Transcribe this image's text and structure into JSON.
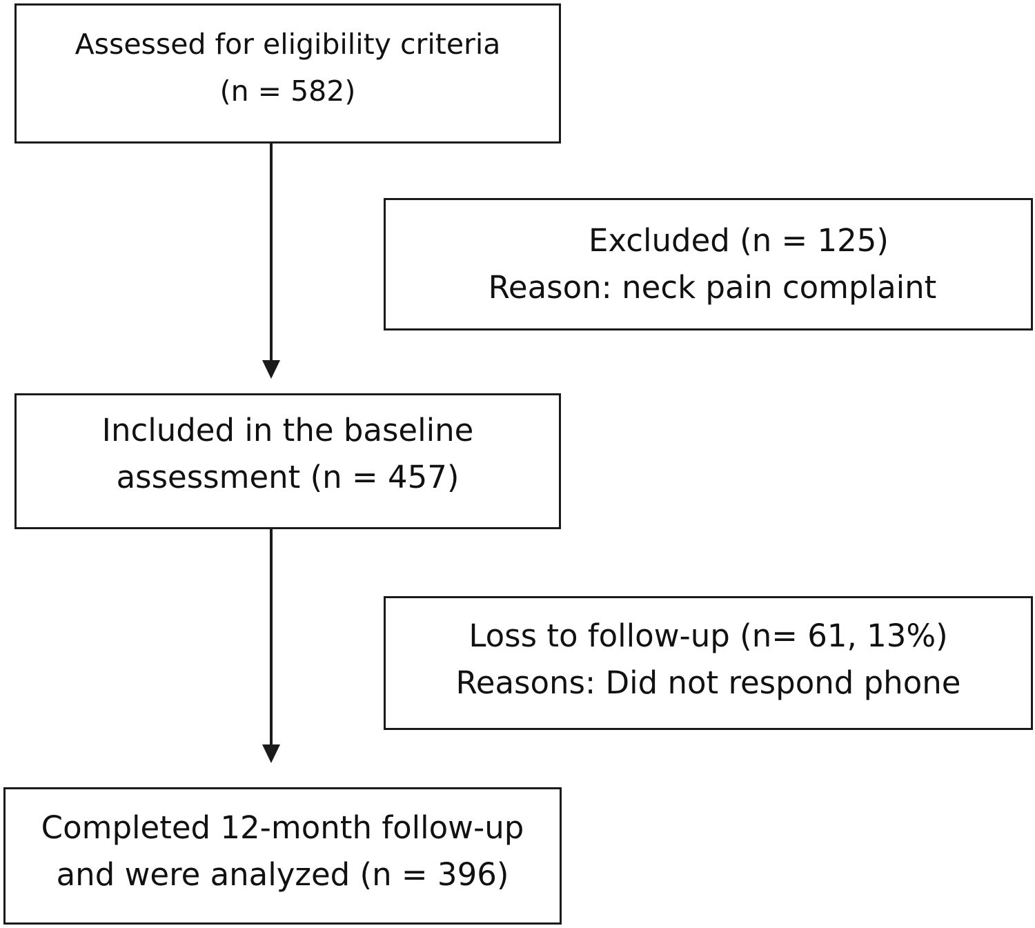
{
  "flowchart": {
    "assessed": {
      "line1": "Assessed for eligibility criteria",
      "line2": "(n = 582)"
    },
    "excluded": {
      "line1": "Excluded (n = 125)",
      "line2": "Reason: neck pain complaint"
    },
    "included": {
      "line1": "Included in the baseline",
      "line2": "assessment (n = 457)"
    },
    "loss": {
      "line1": "Loss to follow-up (n= 61, 13%)",
      "line2": "Reasons: Did not respond phone"
    },
    "completed": {
      "line1": "Completed 12-month follow-up",
      "line2": "and were analyzed (n = 396)"
    }
  },
  "colors": {
    "border": "#1a1a1a",
    "text": "#111111",
    "background": "#ffffff"
  }
}
